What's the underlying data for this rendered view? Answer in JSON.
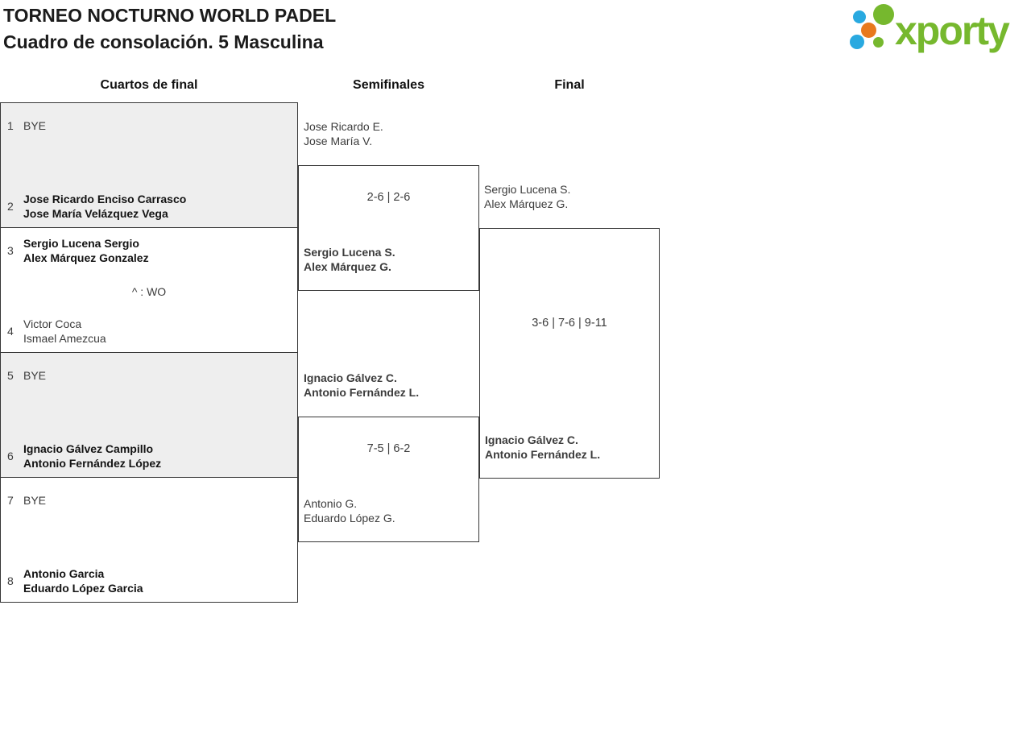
{
  "header": {
    "title_line1": "TORNEO NOCTURNO WORLD PADEL",
    "title_line2": "Cuadro de consolación. 5 Masculina"
  },
  "logo": {
    "text": "xporty"
  },
  "colors": {
    "logo_green": "#76b82e",
    "logo_blue": "#29a9e0",
    "logo_orange": "#e8791d",
    "box_gray": "#eeeeee",
    "border": "#363636"
  },
  "columns": [
    {
      "label": "Cuartos de final"
    },
    {
      "label": "Semifinales"
    },
    {
      "label": "Final"
    }
  ],
  "quarterfinals": [
    {
      "note": "",
      "team1": {
        "seed": "1",
        "line1": "BYE",
        "line2": "",
        "winner": false
      },
      "team2": {
        "seed": "2",
        "line1": "Jose Ricardo Enciso Carrasco",
        "line2": "Jose María Velázquez Vega",
        "winner": true
      }
    },
    {
      "note": "^ : WO",
      "team1": {
        "seed": "3",
        "line1": "Sergio Lucena Sergio",
        "line2": "Alex Márquez Gonzalez",
        "winner": true
      },
      "team2": {
        "seed": "4",
        "line1": "Victor Coca",
        "line2": "Ismael Amezcua",
        "winner": false
      }
    },
    {
      "note": "",
      "team1": {
        "seed": "5",
        "line1": "BYE",
        "line2": "",
        "winner": false
      },
      "team2": {
        "seed": "6",
        "line1": "Ignacio Gálvez Campillo",
        "line2": "Antonio Fernández López",
        "winner": true
      }
    },
    {
      "note": "",
      "team1": {
        "seed": "7",
        "line1": "BYE",
        "line2": "",
        "winner": false
      },
      "team2": {
        "seed": "8",
        "line1": "Antonio Garcia",
        "line2": "Eduardo López Garcia",
        "winner": true
      }
    }
  ],
  "semifinals": [
    {
      "score": "2-6 | 2-6",
      "team1": {
        "line1": "Jose Ricardo E.",
        "line2": "Jose María V.",
        "winner": false
      },
      "team2": {
        "line1": "Sergio Lucena S.",
        "line2": "Alex Márquez G.",
        "winner": true
      }
    },
    {
      "score": "7-5 | 6-2",
      "team1": {
        "line1": "Ignacio Gálvez C.",
        "line2": "Antonio Fernández L.",
        "winner": true
      },
      "team2": {
        "line1": "Antonio G.",
        "line2": "Eduardo López G.",
        "winner": false
      }
    }
  ],
  "final": {
    "score": "3-6 | 7-6 | 9-11",
    "team1": {
      "line1": "Sergio Lucena S.",
      "line2": "Alex Márquez G.",
      "winner": false
    },
    "team2": {
      "line1": "Ignacio Gálvez C.",
      "line2": "Antonio Fernández L.",
      "winner": true
    }
  }
}
